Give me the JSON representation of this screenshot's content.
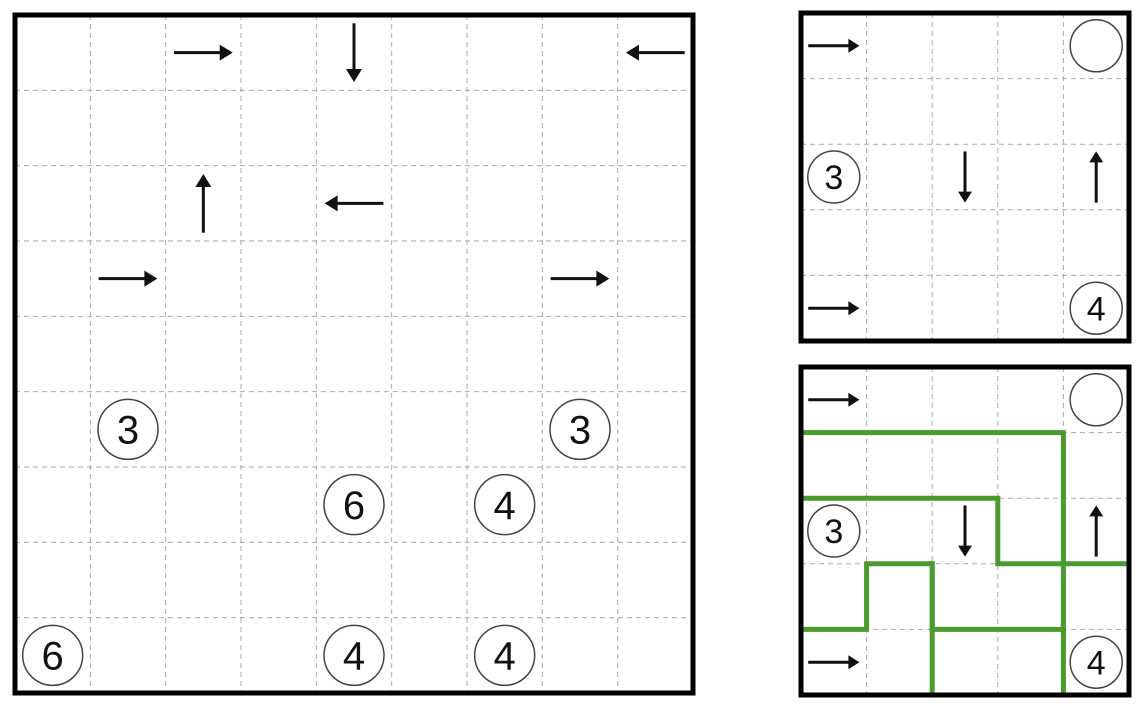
{
  "puzzle": {
    "main": {
      "rows": 9,
      "cols": 9,
      "arrows": [
        {
          "r": 0,
          "c": 2,
          "dir": "right"
        },
        {
          "r": 0,
          "c": 4,
          "dir": "down"
        },
        {
          "r": 0,
          "c": 8,
          "dir": "left"
        },
        {
          "r": 2,
          "c": 2,
          "dir": "up"
        },
        {
          "r": 2,
          "c": 4,
          "dir": "left"
        },
        {
          "r": 3,
          "c": 1,
          "dir": "right"
        },
        {
          "r": 3,
          "c": 7,
          "dir": "right"
        }
      ],
      "circles": [
        {
          "r": 5,
          "c": 1,
          "label": "3"
        },
        {
          "r": 5,
          "c": 7,
          "label": "3"
        },
        {
          "r": 6,
          "c": 4,
          "label": "6"
        },
        {
          "r": 6,
          "c": 6,
          "label": "4"
        },
        {
          "r": 8,
          "c": 0,
          "label": "6"
        },
        {
          "r": 8,
          "c": 4,
          "label": "4"
        },
        {
          "r": 8,
          "c": 6,
          "label": "4"
        }
      ]
    },
    "example": {
      "rows": 5,
      "cols": 5,
      "arrows": [
        {
          "r": 0,
          "c": 0,
          "dir": "right"
        },
        {
          "r": 2,
          "c": 2,
          "dir": "down"
        },
        {
          "r": 2,
          "c": 4,
          "dir": "up"
        },
        {
          "r": 4,
          "c": 0,
          "dir": "right"
        }
      ],
      "circles": [
        {
          "r": 0,
          "c": 4,
          "label": ""
        },
        {
          "r": 2,
          "c": 0,
          "label": "3"
        },
        {
          "r": 4,
          "c": 4,
          "label": "4"
        }
      ]
    },
    "solution": {
      "rows": 5,
      "cols": 5,
      "arrows": [
        {
          "r": 0,
          "c": 0,
          "dir": "right"
        },
        {
          "r": 2,
          "c": 2,
          "dir": "down"
        },
        {
          "r": 2,
          "c": 4,
          "dir": "up"
        },
        {
          "r": 4,
          "c": 0,
          "dir": "right"
        }
      ],
      "circles": [
        {
          "r": 0,
          "c": 4,
          "label": ""
        },
        {
          "r": 2,
          "c": 0,
          "label": "3"
        },
        {
          "r": 4,
          "c": 4,
          "label": "4"
        }
      ],
      "path_color": "#4a9a2e",
      "paths": [
        [
          [
            0,
            1
          ],
          [
            4,
            1
          ],
          [
            4,
            5
          ]
        ],
        [
          [
            0,
            2
          ],
          [
            3,
            2
          ],
          [
            3,
            3
          ],
          [
            5,
            3
          ]
        ],
        [
          [
            0,
            4
          ],
          [
            1,
            4
          ],
          [
            1,
            3
          ],
          [
            2,
            3
          ],
          [
            2,
            5
          ]
        ],
        [
          [
            2,
            4
          ],
          [
            2,
            3
          ]
        ],
        [
          [
            2,
            4
          ],
          [
            4,
            4
          ]
        ]
      ]
    }
  },
  "colors": {
    "border": "#000000",
    "grid": "#aaaaaa",
    "ink": "#111111"
  }
}
